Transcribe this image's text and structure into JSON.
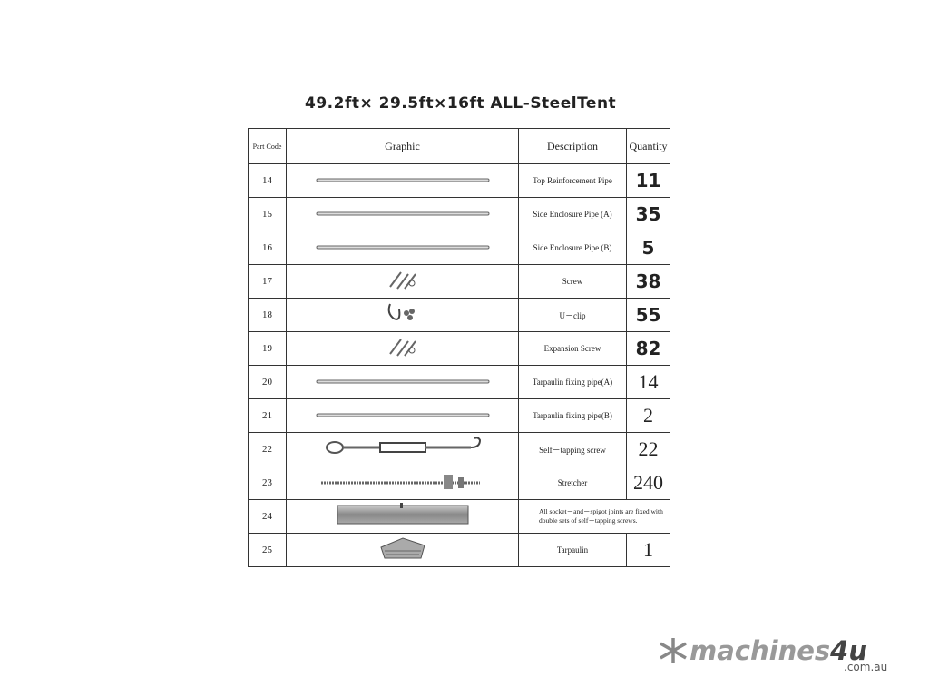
{
  "title": "49.2ft× 29.5ft×16ft ALL-SteelTent",
  "headers": {
    "code": "Part Code",
    "graphic": "Graphic",
    "description": "Description",
    "quantity": "Quantity"
  },
  "rows": [
    {
      "code": "14",
      "description": "Top Reinforcement Pipe",
      "quantity": "11",
      "graphic": "pipe"
    },
    {
      "code": "15",
      "description": "Side Enclosure Pipe (A)",
      "quantity": "35",
      "graphic": "pipe"
    },
    {
      "code": "16",
      "description": "Side Enclosure Pipe (B)",
      "quantity": "5",
      "graphic": "pipe"
    },
    {
      "code": "17",
      "description": "Screw",
      "quantity": "38",
      "graphic": "screws"
    },
    {
      "code": "18",
      "description": "U－clip",
      "quantity": "55",
      "graphic": "clips"
    },
    {
      "code": "19",
      "description": "Expansion Screw",
      "quantity": "82",
      "graphic": "screws"
    },
    {
      "code": "20",
      "description": "Tarpaulin fixing pipe(A)",
      "quantity": "14",
      "graphic": "pipe"
    },
    {
      "code": "21",
      "description": "Tarpaulin fixing pipe(B)",
      "quantity": "2",
      "graphic": "pipe"
    },
    {
      "code": "22",
      "description": "Self－tapping screw",
      "quantity": "22",
      "graphic": "turnbuckle"
    },
    {
      "code": "23",
      "description": "Stretcher",
      "quantity": "240",
      "graphic": "rod"
    },
    {
      "code": "24",
      "description": "All socket－and－spigot joints are fixed with double sets of self－tapping screws.",
      "graphic": "tube"
    },
    {
      "code": "25",
      "description": "Tarpaulin",
      "quantity": "1",
      "graphic": "tarp"
    }
  ],
  "logo": {
    "name": "machines4u",
    "name_main": "machines",
    "name_accent": "4u",
    "domain": ".com.au"
  }
}
